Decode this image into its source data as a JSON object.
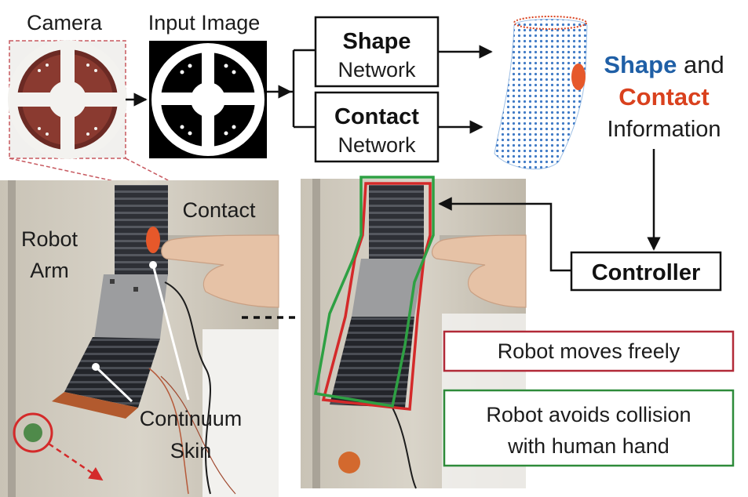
{
  "labels": {
    "camera": "Camera",
    "input_image": "Input Image",
    "contact": "Contact",
    "robot_arm_line1": "Robot",
    "robot_arm_line2": "Arm",
    "continuum_line1": "Continuum",
    "continuum_line2": "Skin"
  },
  "networks": {
    "shape_title": "Shape",
    "shape_sub": "Network",
    "contact_title": "Contact",
    "contact_sub": "Network"
  },
  "output": {
    "shape_word": "Shape",
    "and_word": " and",
    "contact_word": "Contact",
    "info_word": "Information"
  },
  "controller": "Controller",
  "legend": {
    "moves_freely": "Robot moves freely",
    "avoids_line1": "Robot avoids collision",
    "avoids_line2": "with human hand"
  },
  "colors": {
    "shape_blue": "#1f5fa6",
    "contact_red": "#d9411e",
    "red_outline": "#d42a2a",
    "green_outline": "#2ea043",
    "frame_red": "#b22a38",
    "frame_green": "#2e8b3a"
  }
}
